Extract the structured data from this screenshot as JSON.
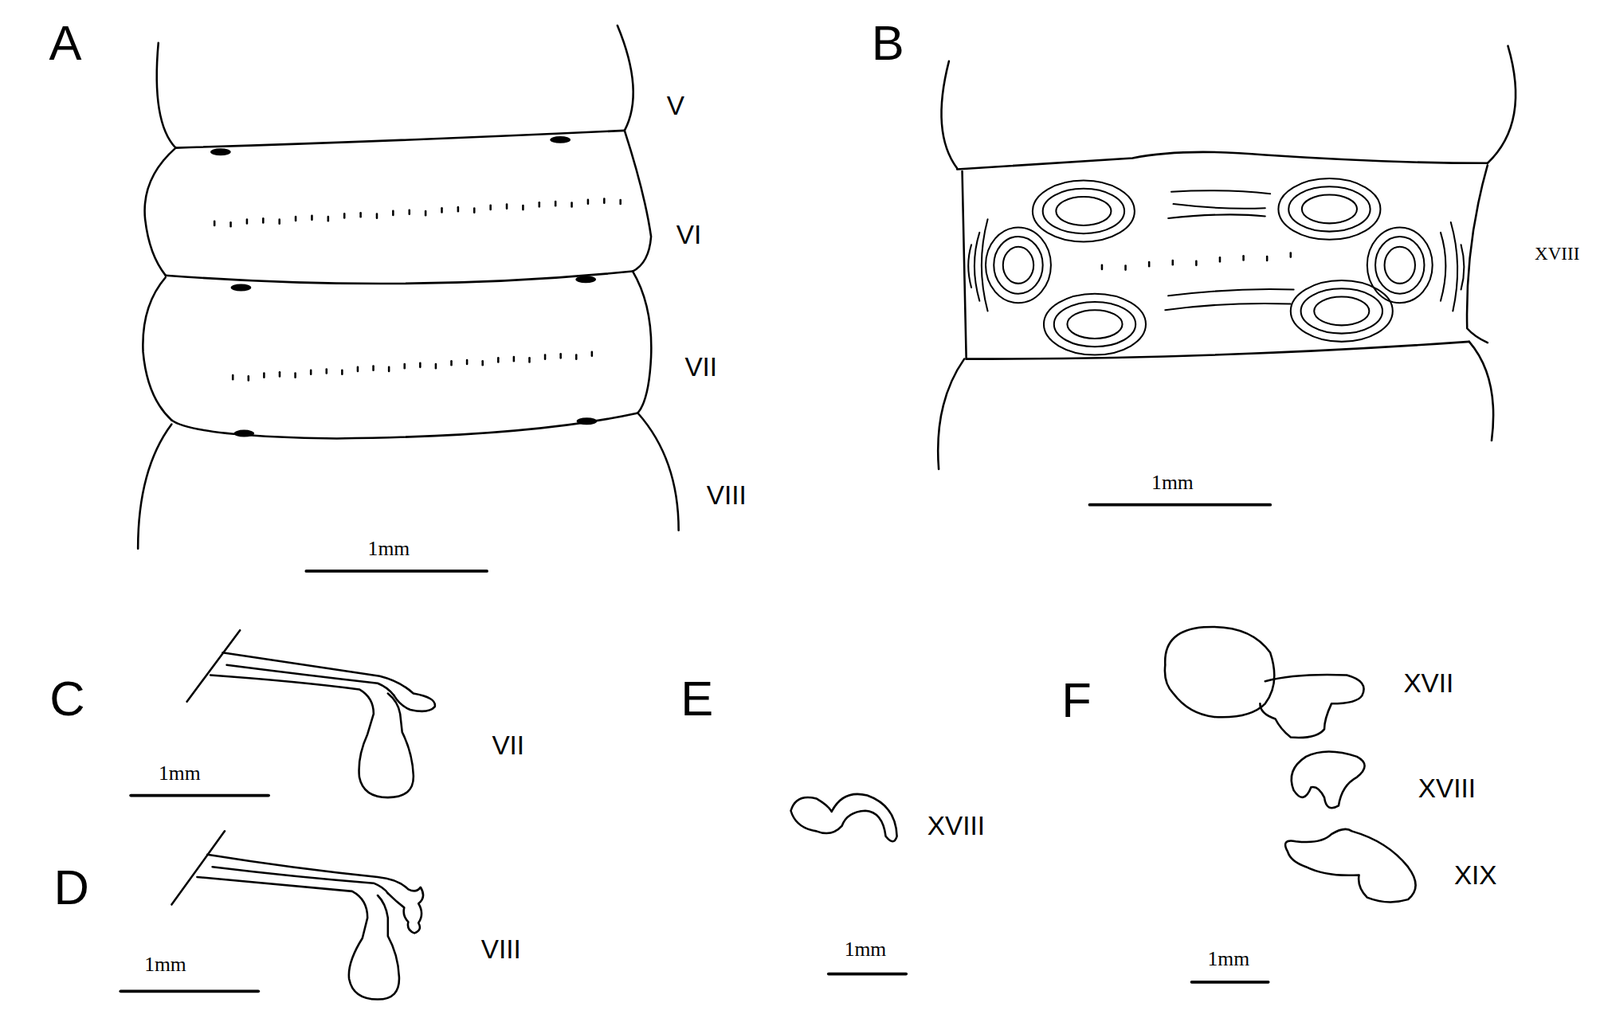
{
  "diagram": {
    "labels": [
      "A",
      "V",
      "VI",
      "VII",
      "VIII",
      "1mm",
      "B",
      "XVIII",
      "1mm",
      "C",
      "VII",
      "1mm",
      "D",
      "VIII",
      "1mm",
      "E",
      "XVIII",
      "1mm",
      "F",
      "XVII",
      "XVIII",
      "XIX",
      "1mm"
    ]
  }
}
